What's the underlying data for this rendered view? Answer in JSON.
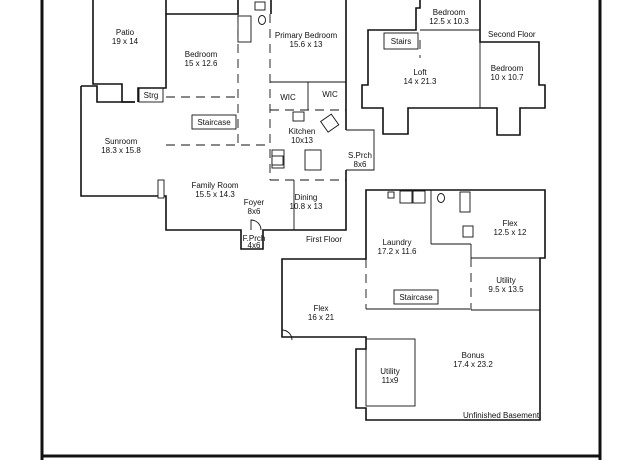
{
  "first_floor": {
    "label": "First Floor",
    "rooms": {
      "patio": {
        "name": "Patio",
        "size": "19 x 14"
      },
      "bedroom": {
        "name": "Bedroom",
        "size": "15 x 12.6"
      },
      "primary_bedroom": {
        "name": "Primary Bedroom",
        "size": "15.6 x 13"
      },
      "strg": {
        "name": "Strg"
      },
      "staircase": {
        "name": "Staircase"
      },
      "wic1": {
        "name": "WIC"
      },
      "wic2": {
        "name": "WIC"
      },
      "sunroom": {
        "name": "Sunroom",
        "size": "18.3 x 15.8"
      },
      "kitchen": {
        "name": "Kitchen",
        "size": "10x13"
      },
      "s_porch": {
        "name": "S.Prch",
        "size": "8x6"
      },
      "family_room": {
        "name": "Family Room",
        "size": "15.5 x 14.3"
      },
      "foyer": {
        "name": "Foyer",
        "size": "8x6"
      },
      "dining": {
        "name": "Dining",
        "size": "10.8 x 13"
      },
      "f_porch": {
        "name": "F.Prch",
        "size": "4x6"
      }
    }
  },
  "second_floor": {
    "label": "Second Floor",
    "rooms": {
      "bedroom_a": {
        "name": "Bedroom",
        "size": "12.5 x 10.3"
      },
      "stairs": {
        "name": "Stairs"
      },
      "loft": {
        "name": "Loft",
        "size": "14 x 21.3"
      },
      "bedroom_b": {
        "name": "Bedroom",
        "size": "10 x 10.7"
      }
    }
  },
  "basement": {
    "label": "Unfinished Basement",
    "rooms": {
      "laundry": {
        "name": "Laundry",
        "size": "17.2 x 11.6"
      },
      "flex_a": {
        "name": "Flex",
        "size": "12.5 x 12"
      },
      "utility_a": {
        "name": "Utility",
        "size": "9.5 x 13.5"
      },
      "staircase": {
        "name": "Staircase"
      },
      "flex_b": {
        "name": "Flex",
        "size": "16 x 21"
      },
      "bonus": {
        "name": "Bonus",
        "size": "17.4 x 23.2"
      },
      "utility_b": {
        "name": "Utility",
        "size": "11x9"
      }
    }
  }
}
